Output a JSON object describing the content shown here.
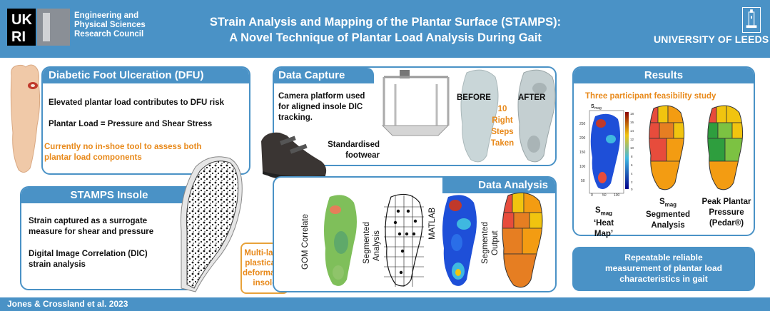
{
  "header": {
    "funder_logo_text": "UKRI",
    "funder_lines": [
      "Engineering and",
      "Physical Sciences",
      "Research Council"
    ],
    "title_line1": "STrain Analysis and Mapping of the Plantar Surface (STAMPS):",
    "title_line2": "A Novel Technique of Plantar Load Analysis During Gait",
    "university": "UNIVERSITY OF LEEDS"
  },
  "dfu": {
    "heading": "Diabetic Foot Ulceration (DFU)",
    "line1": "Elevated plantar load contributes to DFU risk",
    "line2": "Plantar Load = Pressure and Shear Stress",
    "line3a": "Currently no in-shoe tool to assess both",
    "line3b": "plantar load components"
  },
  "insole": {
    "heading": "STAMPS Insole",
    "line1a": "Strain captured as a surrogate",
    "line1b": "measure for shear and pressure",
    "line2a": "Digital Image Correlation (DIC)",
    "line2b": "strain analysis",
    "callout_lines": [
      "Multi-layer",
      "plastically",
      "deformable",
      "insole"
    ]
  },
  "capture": {
    "heading": "Data Capture",
    "desc_lines": [
      "Camera platform used",
      "for aligned insole DIC",
      "tracking."
    ],
    "footwear_lines": [
      "Standardised",
      "footwear"
    ],
    "before": "BEFORE",
    "after": "AFTER",
    "steps_lines": [
      "10",
      "Right",
      "Steps",
      "Taken"
    ]
  },
  "analysis": {
    "heading": "Data Analysis",
    "step1": "GOM Correlate",
    "step2a": "Segmented",
    "step2b": "Analysis",
    "step3": "MATLAB",
    "step4a": "Segmented",
    "step4b": "Output"
  },
  "results": {
    "heading": "Results",
    "subtitle": "Three participant feasibility study",
    "heatmap_symbol": "S",
    "heatmap_sub": "mag",
    "heatmap_yticks": [
      "250",
      "200",
      "150",
      "100",
      "50"
    ],
    "heatmap_xticks": [
      "0",
      "50",
      "100"
    ],
    "colorbar_ticks": [
      "18",
      "16",
      "14",
      "12",
      "10",
      "8",
      "6",
      "4",
      "2",
      "0"
    ],
    "label1_sym": "S",
    "label1_sub": "mag",
    "label1_line2": "‘Heat Map’",
    "label2_sym": "S",
    "label2_sub": "mag",
    "label2_line2": "Segmented",
    "label2_line3": "Analysis",
    "label3_line1": "Peak Plantar",
    "label3_line2": "Pressure",
    "label3_line3": "(Pedar®)",
    "conclusion_lines": [
      "Repeatable reliable",
      "measurement of plantar load",
      "characteristics in gait"
    ]
  },
  "footer": {
    "citation": "Jones & Crossland et al. 2023"
  },
  "colors": {
    "brand_blue": "#4a92c6",
    "accent_orange": "#e8891a"
  }
}
